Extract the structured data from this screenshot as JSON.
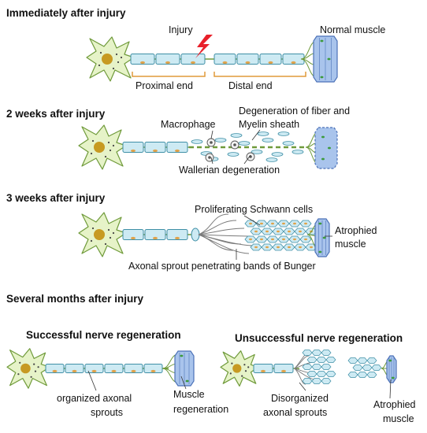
{
  "stages": {
    "s1": {
      "title": "Immediately after injury",
      "injury": "Injury",
      "normal_muscle": "Normal muscle",
      "proximal": "Proximal end",
      "distal": "Distal end"
    },
    "s2": {
      "title": "2 weeks after injury",
      "macrophage": "Macrophage",
      "degeneration_line1": "Degeneration of fiber and",
      "degeneration_line2": "Myelin sheath",
      "wallerian": "Wallerian degeneration"
    },
    "s3": {
      "title": "3 weeks after injury",
      "proliferating": "Proliferating Schwann cells",
      "atrophied_line1": "Atrophied",
      "atrophied_line2": "muscle",
      "axonal_sprout": "Axonal sprout penetrating bands of Bunger"
    },
    "s4": {
      "title": "Several months after injury",
      "successful": "Successful nerve regeneration",
      "unsuccessful": "Unsuccessful nerve regeneration",
      "organized_line1": "organized axonal",
      "organized_line2": "sprouts",
      "muscle_regen_line1": "Muscle",
      "muscle_regen_line2": "regeneration",
      "disorganized_line1": "Disorganized",
      "disorganized_line2": "axonal sprouts",
      "atrophied_line1": "Atrophied",
      "atrophied_line2": "muscle"
    }
  },
  "colors": {
    "neuron_fill": "#e6f3c8",
    "neuron_stroke": "#6f9a3a",
    "nucleus": "#c79a22",
    "myelin_fill": "#cdeaf3",
    "myelin_stroke": "#3f8fa6",
    "axon": "#6f9a3a",
    "schwann_nucleus": "#e0a24a",
    "muscle_fill": "#a9c4ec",
    "muscle_stroke": "#4c72b8",
    "muscle_nucleus": "#3c9a3c",
    "injury_bolt": "#e8202a",
    "bracket": "#e09a3a"
  }
}
